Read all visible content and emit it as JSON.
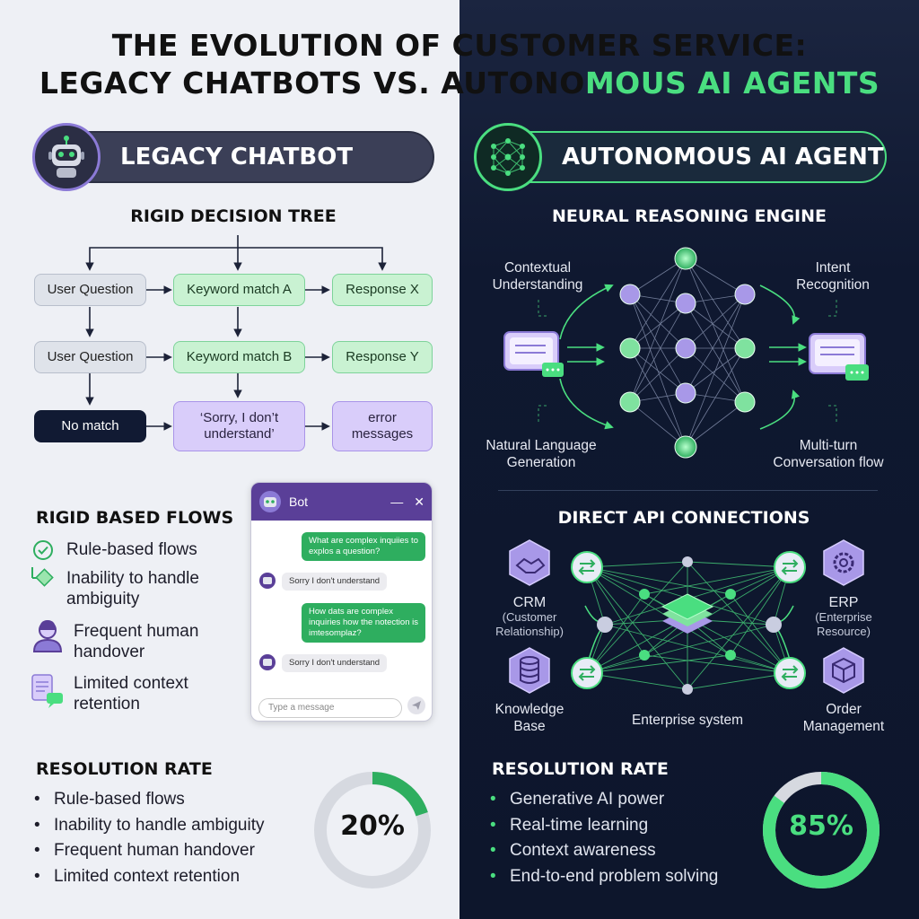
{
  "title": {
    "line1": "THE EVOLUTION OF CUSTOMER SERVICE:",
    "line2_a": "LEGACY CHATBOTS VS. AUTONO",
    "line2_b": "MOUS AI AGENTS"
  },
  "left": {
    "header": "LEGACY CHATBOT",
    "tree_title": "RIGID DECISION TREE",
    "tree": {
      "r1c1": "User Question",
      "r1c2": "Keyword match A",
      "r1c3": "Response X",
      "r2c1": "User Question",
      "r2c2": "Keyword match B",
      "r2c3": "Response Y",
      "r3c1": "No match",
      "r3c2": "‘Sorry, I don’t understand’",
      "r3c3": "error messages"
    },
    "flows_title": "RIGID BASED FLOWS",
    "features": [
      "Rule-based flows",
      "Inability to handle ambiguity",
      "Frequent human handover",
      "Limited context retention"
    ],
    "chat": {
      "title": "Bot",
      "msg1": "What are complex inquiies to explos a question?",
      "reply1": "Sorry I don't understand",
      "msg2": "How dats are complex inquiries how the notection is imtesomplaz?",
      "reply2": "Sorry I don't understand",
      "placeholder": "Type a message"
    },
    "resolution_title": "RESOLUTION RATE",
    "bullets": [
      "Rule-based flows",
      "Inability to handle ambiguity",
      "Frequent human handover",
      "Limited context retention"
    ],
    "rate": "20%",
    "rate_value": 20
  },
  "right": {
    "header": "AUTONOMOUS AI AGENT",
    "engine_title": "NEURAL REASONING ENGINE",
    "engine_labels": {
      "contextual": "Contextual Understanding",
      "intent": "Intent Recognition",
      "nlg": "Natural Language Generation",
      "multiturn": "Multi-turn Conversation flow"
    },
    "api_title": "DIRECT API CONNECTIONS",
    "api": {
      "crm": "CRM",
      "crm_sub": "(Customer Relationship)",
      "erp": "ERP",
      "erp_sub": "(Enterprise Resource)",
      "kb": "Knowledge Base",
      "om": "Order Management",
      "center": "Enterprise system"
    },
    "resolution_title": "RESOLUTION RATE",
    "bullets": [
      "Generative AI power",
      "Real-time learning",
      "Context awareness",
      "End-to-end problem solving"
    ],
    "rate": "85%",
    "rate_value": 85
  },
  "colors": {
    "green": "#4ade80",
    "purple": "#8b7ad6",
    "navy": "#0f1830"
  },
  "icons": [
    "robot-icon",
    "neural-brain-icon",
    "check-circle-icon",
    "diamond-icon",
    "user-icon",
    "document-chat-icon",
    "chat-bubble-icon",
    "handshake-icon",
    "gear-icon",
    "database-icon",
    "package-icon",
    "layers-icon",
    "send-icon",
    "close-icon",
    "minimize-icon"
  ]
}
